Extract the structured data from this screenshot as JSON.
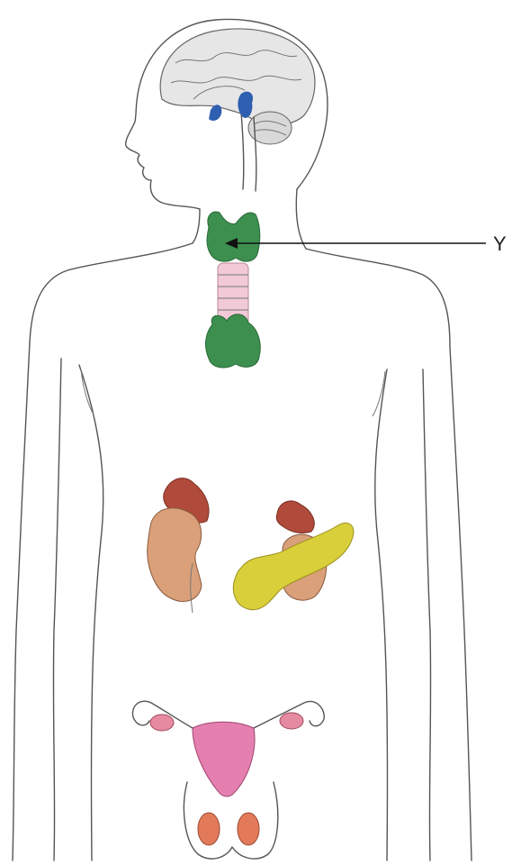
{
  "diagram": {
    "labels": [
      {
        "id": "Y",
        "text": "Y",
        "points_to": "thyroid"
      }
    ]
  },
  "colors": {
    "outline": "#555555",
    "brain": "#e6e6e6",
    "pituitary": "#2f5fb0",
    "thyroid": "#3d8f4f",
    "trachea": "#f2c9d6",
    "adrenal": "#b04a3a",
    "kidney": "#d9a07a",
    "pancreas": "#d8cf3a",
    "uterus": "#e47fb0",
    "ovary": "#e58aa0",
    "testis": "#e27a5a"
  }
}
